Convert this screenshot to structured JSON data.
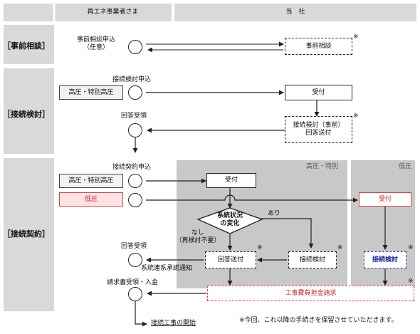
{
  "header": {
    "left": "再エネ事業者さま",
    "right": "当　社"
  },
  "sections": {
    "pre": "［事前相談］",
    "review": "［接続検討］",
    "contract": "［接続契約］"
  },
  "columns": {
    "high": "高圧・特別",
    "low": "低圧"
  },
  "pre": {
    "apply": "事前相談申込\n（任意）",
    "consult": "事前相談",
    "note": "※"
  },
  "review": {
    "apply": "接続検討申込",
    "voltage": "高圧・特別高圧",
    "receipt": "受付",
    "check": "接続検討（事前）\n回答送付",
    "note": "※",
    "answer": "回答受領"
  },
  "contract": {
    "apply": "接続契約申込",
    "voltage_high": "高圧・特別高圧",
    "voltage_low": "低圧",
    "receipt_high": "受付",
    "receipt_low": "受付",
    "decision": "系統状況\nの変化",
    "yes": "あり",
    "no": "なし\n（再検討不要）",
    "send": "回答送付",
    "review": "接続検討",
    "review_low": "接続検討",
    "answer": "回答受領",
    "notice": "系統連系承諾通知",
    "invoice": "請求書受領・入金",
    "charge": "工事費負担金請求",
    "start": "接続工事の開始",
    "note": "※"
  },
  "footnote": "※今回、これ以降の手続きを保留させていただきます。",
  "colors": {
    "red": "#e0403c",
    "blue": "#2233aa",
    "band": "#d9d9d9",
    "panel": "#c8c8c8"
  }
}
